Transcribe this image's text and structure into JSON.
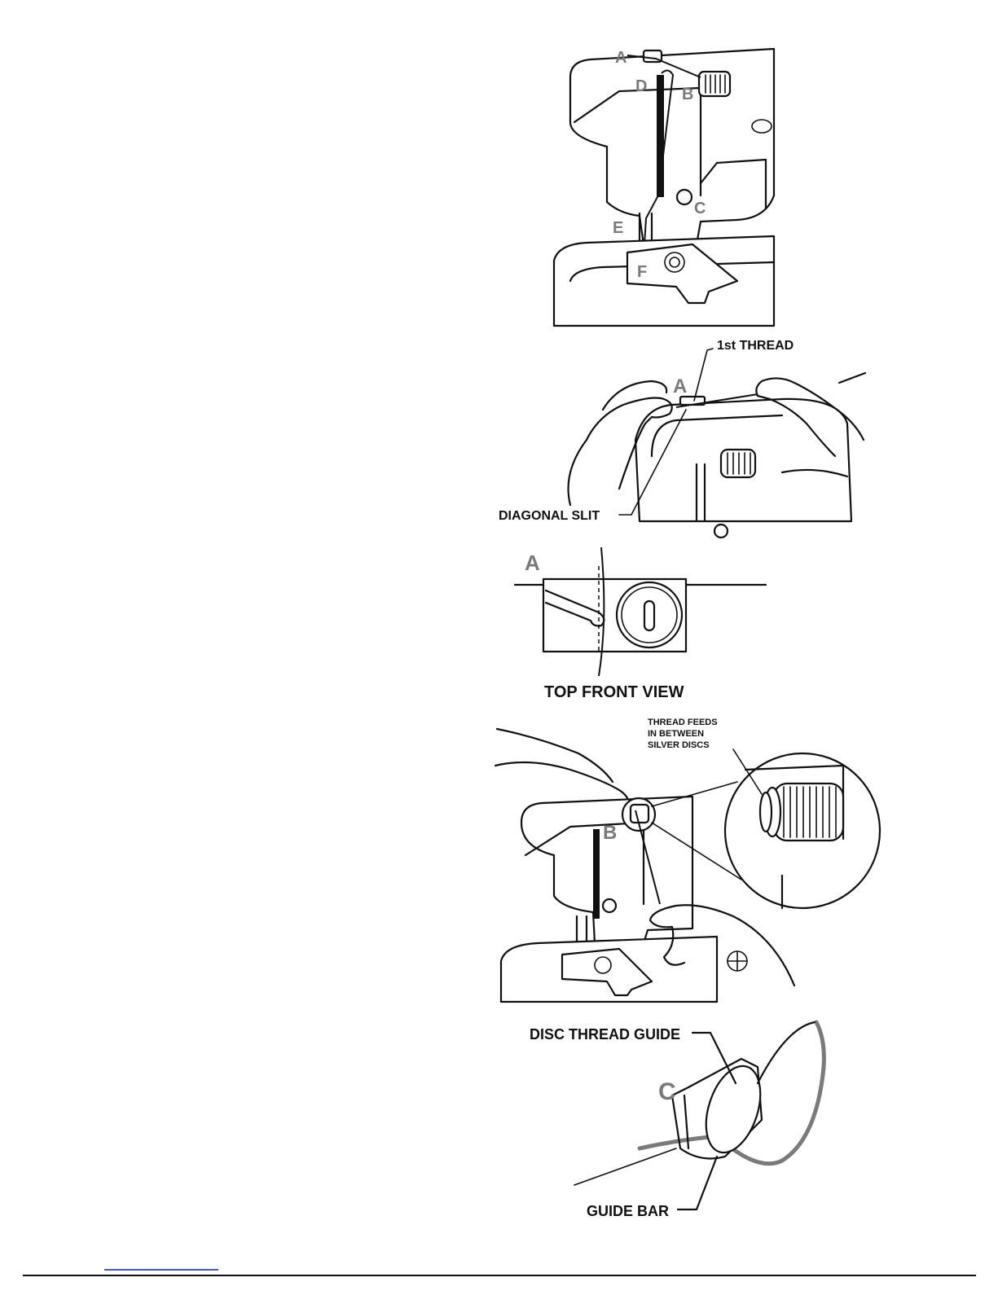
{
  "figure1": {
    "letters": [
      "A",
      "B",
      "C",
      "D",
      "E",
      "F"
    ]
  },
  "figure2": {
    "letter": "A",
    "thread_label": "1st THREAD",
    "slit_label": "DIAGONAL SLIT"
  },
  "figure3": {
    "letter": "A",
    "caption": "TOP FRONT VIEW"
  },
  "figure4": {
    "letter": "B",
    "callout_lines": [
      "THREAD FEEDS",
      "IN BETWEEN",
      "SILVER DISCS"
    ]
  },
  "figure5": {
    "letter": "C",
    "disc_label": "DISC THREAD GUIDE",
    "bar_label": "GUIDE BAR"
  },
  "colors": {
    "ink": "#111111",
    "letter_gray": "#7a7a7a",
    "link": "#3b5bd6"
  }
}
